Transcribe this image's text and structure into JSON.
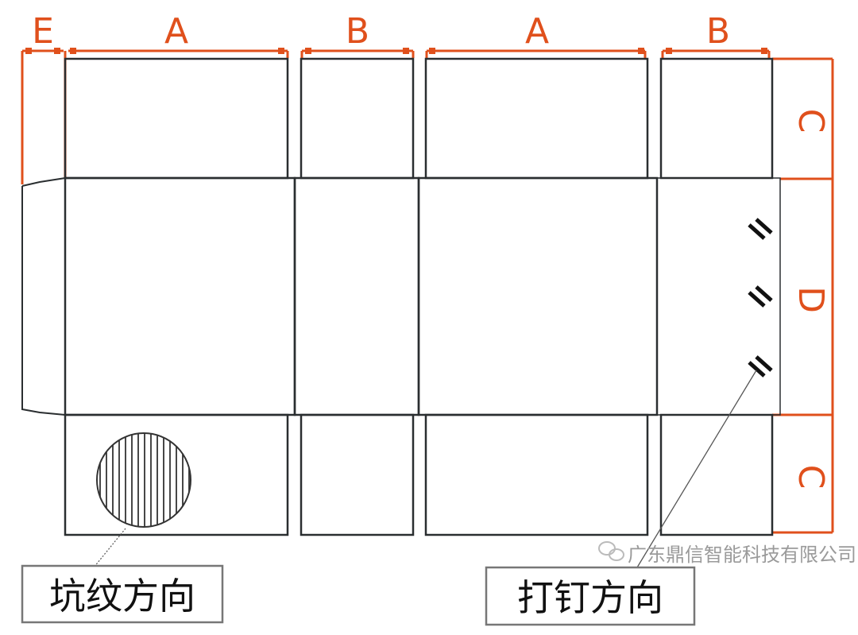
{
  "dimensions": {
    "top": [
      "E",
      "A",
      "B",
      "A",
      "B"
    ],
    "right": [
      "C",
      "D",
      "C"
    ]
  },
  "labels": {
    "flute_direction": "坑纹方向",
    "stapling_direction": "打钉方向"
  },
  "watermark": {
    "text": "广东鼎信智能科技有限公司",
    "icon": "wechat-icon"
  },
  "colors": {
    "dimension": "#e0501c",
    "outline": "#2a2e30"
  }
}
